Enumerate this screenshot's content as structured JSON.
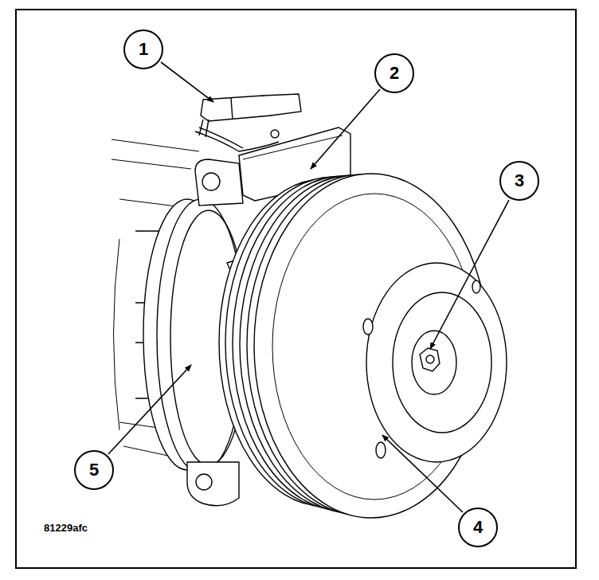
{
  "diagram": {
    "nodes": [
      {
        "text": [
          "1"
        ]
      },
      {
        "text": [
          "2"
        ]
      },
      {
        "text": [
          "3"
        ]
      },
      {
        "text": [
          "5"
        ]
      },
      {
        "text": [
          "4"
        ]
      }
    ],
    "labels": [
      "81229afc"
    ]
  }
}
